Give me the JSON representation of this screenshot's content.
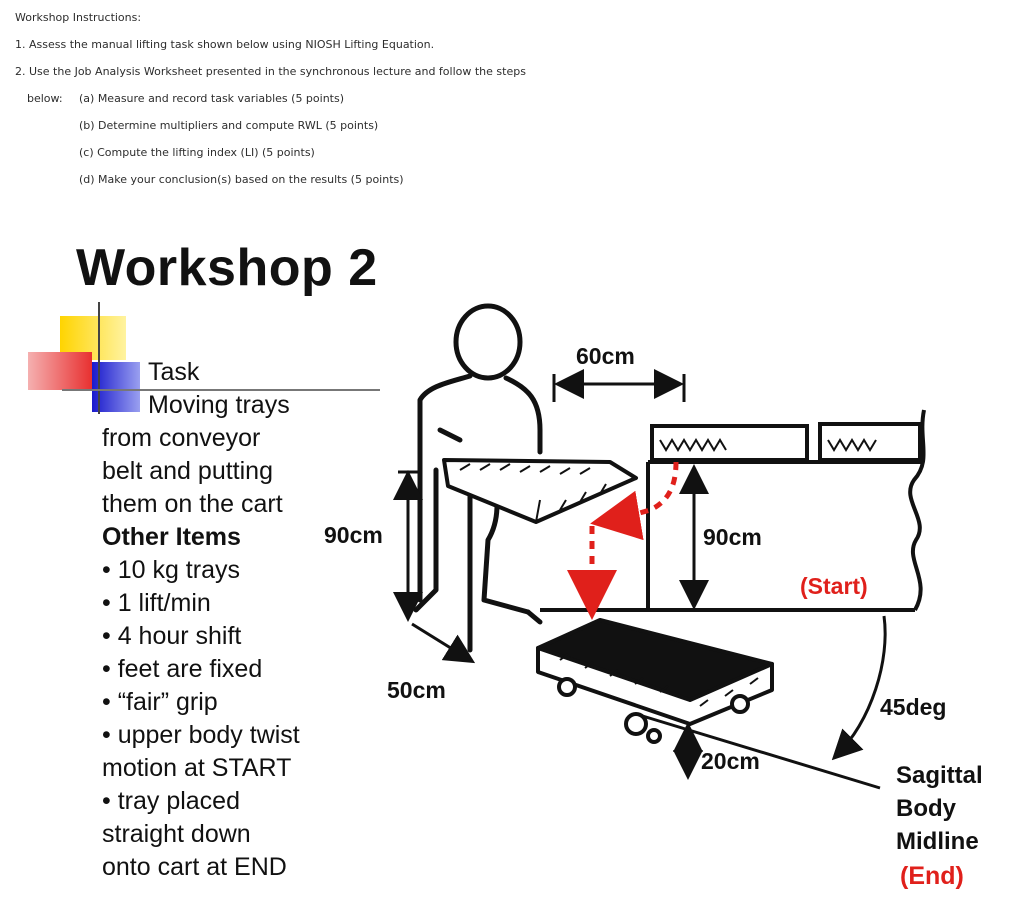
{
  "instructions": {
    "heading": "Workshop Instructions:",
    "item1": "1. Assess the manual lifting task shown below using NIOSH Lifting Equation.",
    "item2": "2. Use the Job Analysis Worksheet presented in the synchronous lecture and follow the steps",
    "below": "below:",
    "step_a": "(a) Measure and record task variables (5 points)",
    "step_b": "(b) Determine multipliers and compute RWL (5 points)",
    "step_c": "(c) Compute the lifting index (LI) (5 points)",
    "step_d": "(d)  Make your conclusion(s) based on the results (5 points)"
  },
  "slide": {
    "title": "Workshop 2",
    "task_heading": "Task",
    "task_lines": [
      "Moving trays",
      "from conveyor",
      "belt and putting",
      "them on the cart"
    ],
    "other_heading": "Other Items",
    "other_lines": [
      "• 10 kg trays",
      "• 1 lift/min",
      "• 4 hour shift",
      "• feet are fixed",
      "• “fair” grip",
      "• upper body twist",
      "motion at START",
      "• tray placed",
      "straight down",
      "onto cart at END"
    ]
  },
  "diagram": {
    "dim_60": "60cm",
    "dim_90_left": "90cm",
    "dim_90_right": "90cm",
    "dim_50": "50cm",
    "dim_20": "20cm",
    "start_label": "(Start)",
    "angle_label": "45deg",
    "midline_1": "Sagittal",
    "midline_2": "Body",
    "midline_3": "Midline",
    "end_label": "(End)",
    "accent_color": "#e0201b"
  }
}
